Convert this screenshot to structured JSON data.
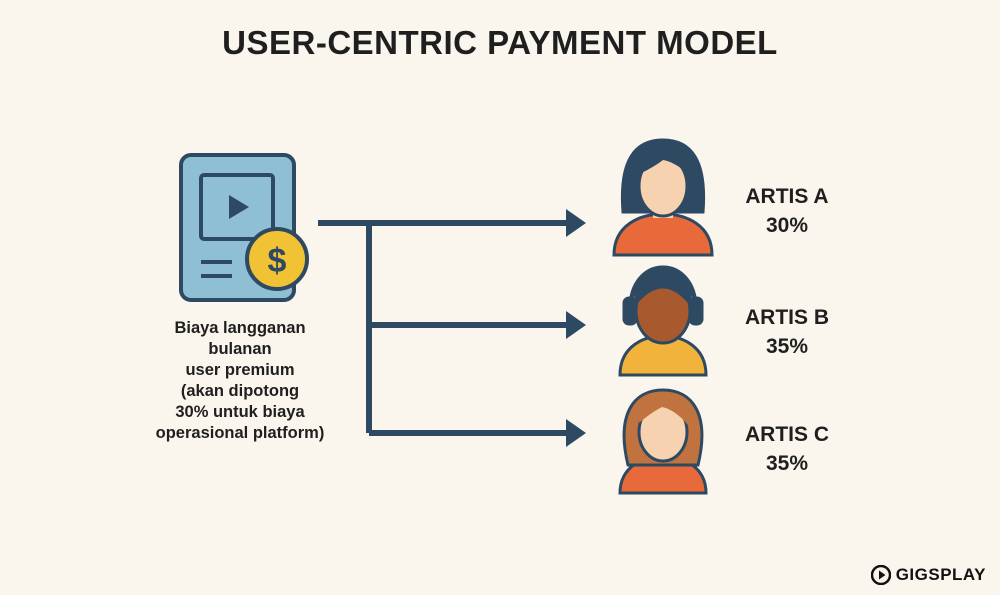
{
  "title": "USER-CENTRIC PAYMENT MODEL",
  "source": {
    "icon": "tablet-play-dollar-icon",
    "caption_lines": [
      "Biaya langganan",
      "bulanan",
      "user premium",
      "(akan dipotong",
      "30% untuk biaya",
      "operasional platform)"
    ]
  },
  "artists": [
    {
      "name": "ARTIS A",
      "share": "30%",
      "icon": "woman-avatar-icon"
    },
    {
      "name": "ARTIS B",
      "share": "35%",
      "icon": "headphones-avatar-icon"
    },
    {
      "name": "ARTIS C",
      "share": "35%",
      "icon": "woman-long-hair-avatar-icon"
    }
  ],
  "brand": {
    "name": "GIGSPLAY",
    "icon": "play-circle-icon"
  },
  "colors": {
    "background": "#faf6ee",
    "arrow": "#2e4a63",
    "device": "#8fbfd4",
    "device_outline": "#2e4a63",
    "coin": "#f1c234",
    "shirt_orange": "#e8693a",
    "shirt_yellow": "#f2b33c",
    "hair_navy": "#2e4a63",
    "hair_brown": "#c0733e",
    "skin": "#f7d2b0",
    "skin_dark": "#a85a2e"
  }
}
